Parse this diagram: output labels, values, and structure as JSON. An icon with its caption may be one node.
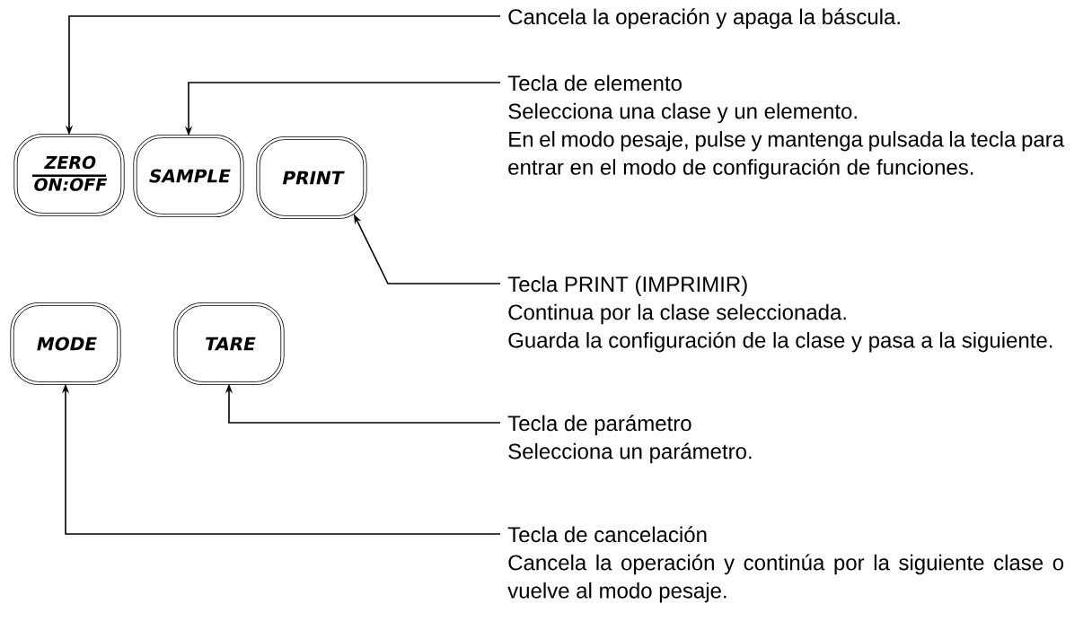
{
  "diagram": {
    "nodes": [
      {
        "text": [
          "ZERO",
          "ON:OFF"
        ]
      },
      {
        "text": [
          "SAMPLE"
        ]
      },
      {
        "text": [
          "PRINT"
        ]
      },
      {
        "text": [
          "MODE"
        ]
      },
      {
        "text": [
          "TARE"
        ]
      },
      {
        "text": [
          "Cancela la operación y apaga la báscula."
        ]
      },
      {
        "text": [
          "Tecla de elemento",
          "Selecciona una clase y un elemento.",
          "En el modo pesaje, pulse y mantenga pulsada la tecla para entrar en el modo de configuración de funciones."
        ]
      },
      {
        "text": [
          "Tecla PRINT (IMPRIMIR)",
          "Continua por la clase seleccionada.",
          "Guarda la configuración de la clase y pasa a la siguiente."
        ]
      },
      {
        "text": [
          "Tecla de parámetro",
          "Selecciona un parámetro."
        ]
      },
      {
        "text": [
          "Tecla de cancelación",
          "Cancela la operación y continúa por la siguiente clase o vuelve al modo pesaje."
        ]
      }
    ],
    "edges": [
      {
        "from": 5,
        "to": 0,
        "arrow": "to"
      },
      {
        "from": 6,
        "to": 1,
        "arrow": "to"
      },
      {
        "from": 7,
        "to": 2,
        "arrow": "to"
      },
      {
        "from": 8,
        "to": 4,
        "arrow": "to"
      },
      {
        "from": 9,
        "to": 3,
        "arrow": "to"
      }
    ]
  }
}
